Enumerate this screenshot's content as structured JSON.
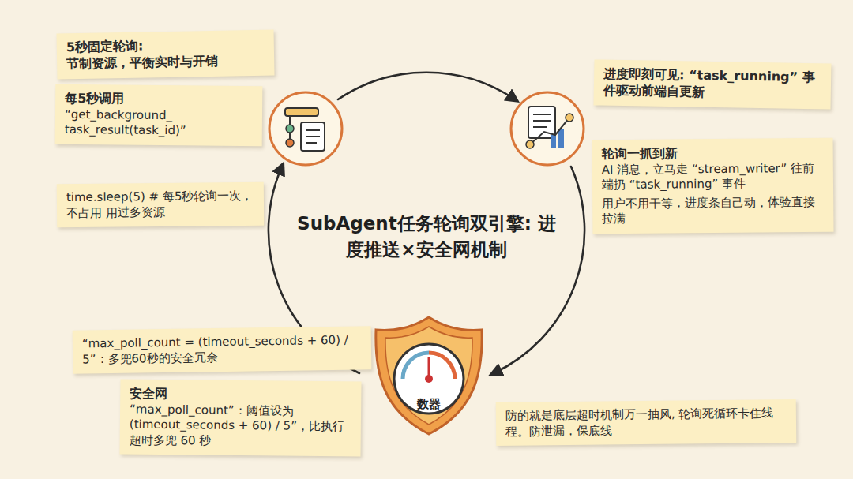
{
  "diagram": {
    "title": "SubAgent任务轮询双引擎: 进度推送×安全网机制",
    "nodes": [
      {
        "text": [
          "5秒固定轮询:",
          "节制资源，平衡实时与开销"
        ]
      },
      {
        "text": [
          "每5秒调用",
          "“get_background_ task_result(task_id)”"
        ]
      },
      {
        "text": [
          "time.sleep(5) # 每5秒轮询一次，不占用 用过多资源"
        ]
      },
      {
        "text": [
          "进度即刻可见: “task_running” 事件驱动前端自更新"
        ]
      },
      {
        "text": [
          "轮询一抓到新",
          "AI 消息，立马走 “stream_writer” 往前端扔 “task_running” 事件",
          "用户不用干等，进度条自己动，体验直接拉满"
        ]
      },
      {
        "text": [
          "“max_poll_count = (timeout_seconds + 60) / 5”：多兜60秒的安全冗余"
        ]
      },
      {
        "text": [
          "安全网",
          "“max_poll_count”：阈值设为 (timeout_seconds + 60) / 5”，比执行超时多兜 60 秒"
        ]
      },
      {
        "text": [
          "数器"
        ]
      },
      {
        "text": [
          "防的就是底层超时机制万一抽风, 轮询死循环卡住线程。防泄漏，保底线"
        ]
      }
    ]
  }
}
